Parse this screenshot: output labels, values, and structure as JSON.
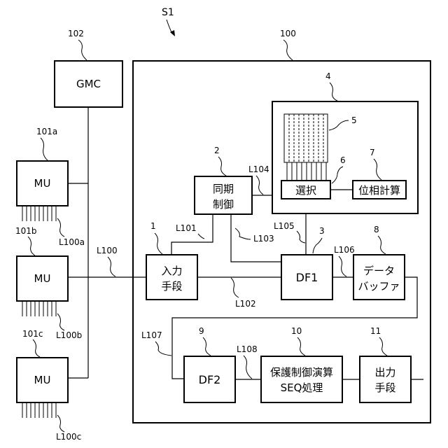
{
  "system": {
    "id": "S1",
    "frame_ref": "100"
  },
  "gmc": {
    "label": "GMC",
    "ref": "102"
  },
  "merging_units": [
    {
      "label": "MU",
      "ref": "101a",
      "line_ref": "L100a"
    },
    {
      "label": "MU",
      "ref": "101b",
      "line_ref": "L100b"
    },
    {
      "label": "MU",
      "ref": "101c",
      "line_ref": "L100c"
    }
  ],
  "bus_line": "L100",
  "blocks": {
    "input": {
      "line1": "入力",
      "line2": "手段",
      "ref": "1"
    },
    "sync": {
      "line1": "同期",
      "line2": "制御",
      "ref": "2"
    },
    "df1": {
      "label": "DF1",
      "ref": "3"
    },
    "group": {
      "ref": "4"
    },
    "table": {
      "ref": "5"
    },
    "select": {
      "label": "選択",
      "ref": "6"
    },
    "phase": {
      "label": "位相計算",
      "ref": "7"
    },
    "buffer": {
      "line1": "データ",
      "line2": "バッファ",
      "ref": "8"
    },
    "df2": {
      "label": "DF2",
      "ref": "9"
    },
    "protect": {
      "line1": "保護制御演算",
      "line2": "SEQ処理",
      "ref": "10"
    },
    "output": {
      "line1": "出力",
      "line2": "手段",
      "ref": "11"
    }
  },
  "lines": {
    "L101": "L101",
    "L102": "L102",
    "L103": "L103",
    "L104": "L104",
    "L105": "L105",
    "L106": "L106",
    "L107": "L107",
    "L108": "L108"
  }
}
